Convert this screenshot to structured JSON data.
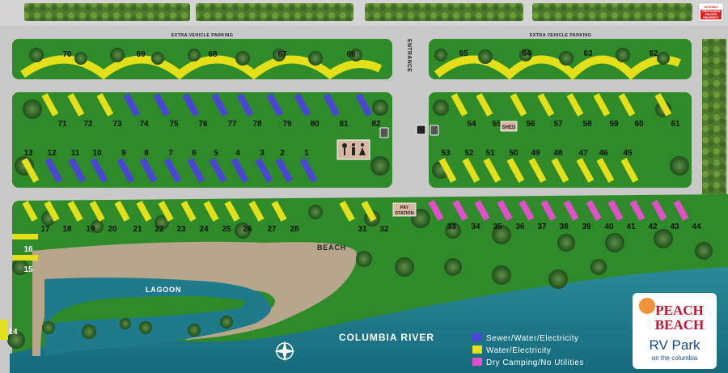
{
  "colors": {
    "sewer_water_electric": "#4a45d4",
    "water_electric": "#e3e01a",
    "dry_camping": "#e050c8",
    "grass": "#2f8a2a",
    "road": "#c9c9c9",
    "beach": "#b7a58c",
    "water": "#1f7a8c"
  },
  "labels": {
    "extra_parking_left": "EXTRA VEHICLE PARKING",
    "extra_parking_right": "EXTRA VEHICLE PARKING",
    "entrance": "ENTRANCE",
    "shed": "SHED",
    "pay_station_1": "PAY",
    "pay_station_2": "STATION",
    "beach": "BEACH",
    "lagoon": "LAGOON",
    "river": "COLUMBIA RIVER",
    "private_1": "NOTHING",
    "private_2": "TRESPASSING",
    "private_3": "PRIVATE",
    "private_4": "PROPERTY"
  },
  "legend": [
    {
      "label": "Sewer/Water/Electricity",
      "color": "#4a45d4"
    },
    {
      "label": "Water/Electricity",
      "color": "#e3e01a"
    },
    {
      "label": "Dry Camping/No Utilities",
      "color": "#e050c8"
    }
  ],
  "logo": {
    "line1": "PEACH",
    "line2": "BEACH",
    "line3": "RV Park",
    "line4": "on the columbia"
  },
  "sites": {
    "row_top_left": [
      "70",
      "69",
      "68",
      "67",
      "66"
    ],
    "row_top_right": [
      "65",
      "64",
      "63",
      "62"
    ],
    "row_a_left": [
      "71",
      "72",
      "73",
      "74",
      "75",
      "76",
      "77",
      "78",
      "79",
      "80",
      "81",
      "82"
    ],
    "row_a_left_types": [
      "we",
      "we",
      "we",
      "swe",
      "swe",
      "swe",
      "swe",
      "swe",
      "swe",
      "swe",
      "swe",
      "swe"
    ],
    "row_a_right": [
      "54",
      "55",
      "56",
      "57",
      "58",
      "59",
      "60",
      "61"
    ],
    "row_b_left": [
      "13",
      "12",
      "11",
      "10",
      "9",
      "8",
      "7",
      "6",
      "5",
      "4",
      "3",
      "2",
      "1"
    ],
    "row_b_left_types": [
      "we",
      "swe",
      "swe",
      "swe",
      "swe",
      "swe",
      "swe",
      "swe",
      "swe",
      "swe",
      "swe",
      "swe",
      "swe"
    ],
    "row_b_right": [
      "53",
      "52",
      "51",
      "50",
      "49",
      "48",
      "47",
      "46",
      "45"
    ],
    "row_c_left": [
      "17",
      "18",
      "19",
      "20",
      "21",
      "22",
      "23",
      "24",
      "25",
      "26",
      "27",
      "28"
    ],
    "row_c_mid": [
      "31",
      "32"
    ],
    "row_c_right": [
      "33",
      "34",
      "35",
      "36",
      "37",
      "38",
      "39",
      "40",
      "41",
      "42",
      "43",
      "44"
    ],
    "side": [
      "16",
      "15",
      "14"
    ]
  }
}
